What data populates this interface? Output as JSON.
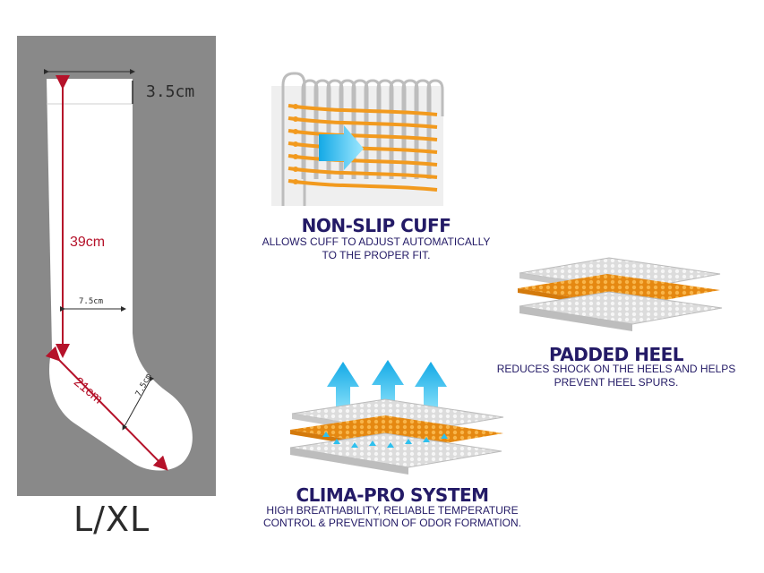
{
  "measurements": {
    "cuff_height": "3.5cm",
    "total_length": "39cm",
    "leg_width": "7.5cm",
    "foot_length": "21cm",
    "foot_width": "7.5cm",
    "size": "L/XL"
  },
  "features": [
    {
      "title": "NON-SLIP CUFF",
      "desc_line1": "ALLOWS CUFF TO ADJUST AUTOMATICALLY",
      "desc_line2": "TO THE PROPER FIT."
    },
    {
      "title": "PADDED HEEL",
      "desc_line1": "REDUCES SHOCK ON THE HEELS AND HELPS",
      "desc_line2": "PREVENT HEEL SPURS."
    },
    {
      "title": "CLIMA-PRO SYSTEM",
      "desc_line1": "HIGH BREATHABILITY, RELIABLE TEMPERATURE",
      "desc_line2": "CONTROL & PREVENTION OF ODOR FORMATION."
    }
  ],
  "colors": {
    "panel": "#898989",
    "sock": "#ffffff",
    "measure_red": "#b5122a",
    "title_navy": "#231a66",
    "accent_orange": "#f29a1e",
    "accent_blue": "#2ec0ee"
  }
}
